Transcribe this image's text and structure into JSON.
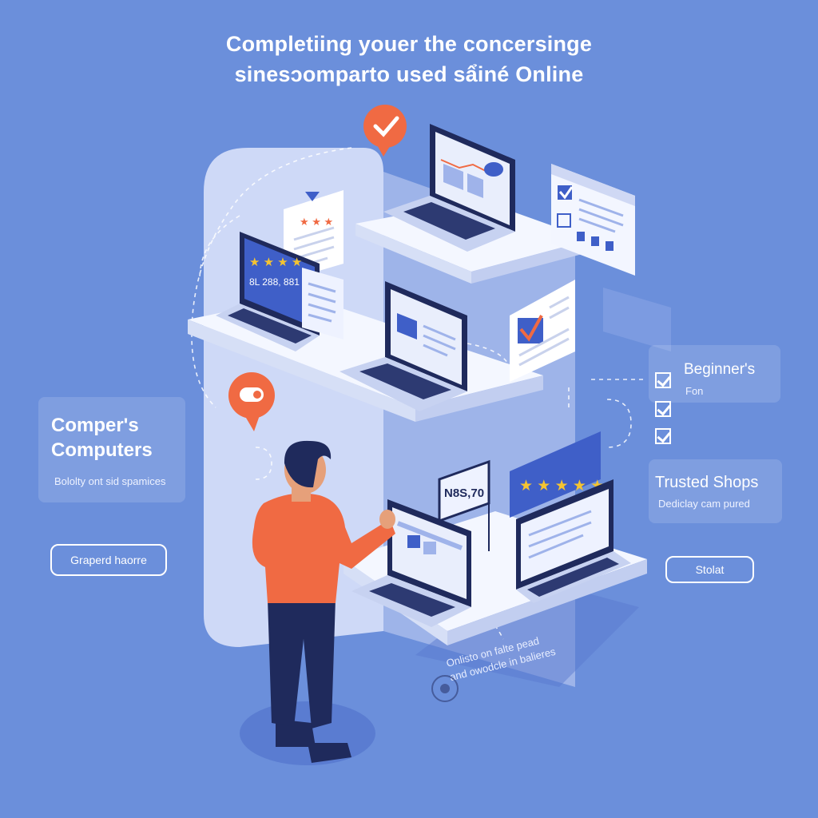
{
  "header": {
    "line1": "Completiing youer the concersinge",
    "line2": "sinesↄomparto used sẩiné Online"
  },
  "left_panel": {
    "title_line1": "Comper's",
    "title_line2": "Computers",
    "subtitle": "Bololty ont sid spamices"
  },
  "left_button": {
    "label": "Graperd haorre"
  },
  "right_top_panel": {
    "title": "Beginner's",
    "subtitle": "Fon"
  },
  "right_mid_panel": {
    "title": "Trusted Shops",
    "subtitle": "Dediclay cam pured"
  },
  "right_button": {
    "label": "Stolat"
  },
  "laptop_screens": {
    "rating_readout": "8L 288, 881",
    "price_tag": "N8S,70"
  },
  "bottom_note": {
    "line1": "Onlisto on falte pead",
    "line2": "and owodcle in balieres"
  },
  "icons": {
    "badge_top": "checkmark-badge-icon",
    "badge_left": "chat-bubble-icon"
  },
  "colors": {
    "background": "#6b8fdb",
    "accent": "#f06a43",
    "navy": "#1f2a5c",
    "shelf": "#eef2fb",
    "screen_blue": "#3f5fc8",
    "star": "#f5c431"
  }
}
